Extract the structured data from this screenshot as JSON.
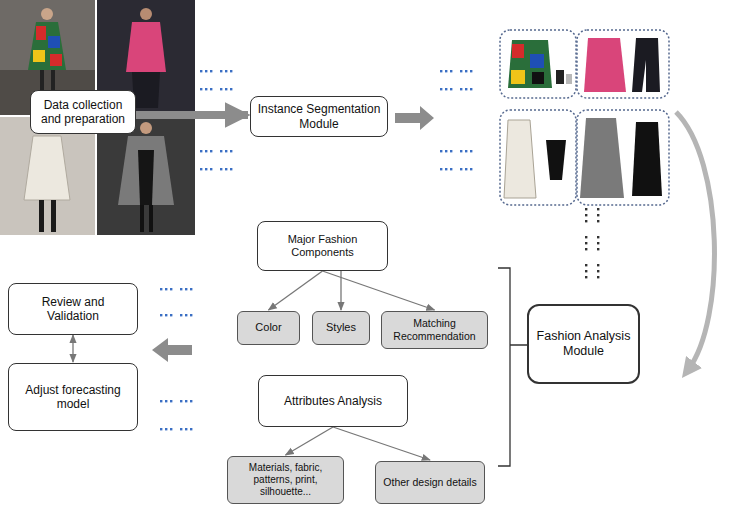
{
  "diagram": {
    "nodes": [
      {
        "text": [
          "Data collection and preparation"
        ]
      },
      {
        "text": [
          "Instance Segmentation Module"
        ]
      },
      {
        "text": [
          "Major Fashion Components"
        ]
      },
      {
        "text": [
          "Review and Validation"
        ]
      },
      {
        "text": [
          "Color"
        ]
      },
      {
        "text": [
          "Styles"
        ]
      },
      {
        "text": [
          "Matching Recommendation"
        ]
      },
      {
        "text": [
          "Fashion Analysis Module"
        ]
      },
      {
        "text": [
          "Adjust forecasting model"
        ]
      },
      {
        "text": [
          "Attributes Analysis"
        ]
      },
      {
        "text": [
          "Materials, fabric, patterns, print, silhouette..."
        ]
      },
      {
        "text": [
          "Other design details"
        ]
      }
    ],
    "edges": [
      {
        "from": 0,
        "to": 1,
        "arrow": "to"
      },
      {
        "from": 2,
        "to": 4,
        "arrow": "to"
      },
      {
        "from": 2,
        "to": 5,
        "arrow": "to"
      },
      {
        "from": 2,
        "to": 6,
        "arrow": "to"
      },
      {
        "from": 9,
        "to": 10,
        "arrow": "to"
      },
      {
        "from": 9,
        "to": 11,
        "arrow": "to"
      },
      {
        "from": 3,
        "to": 8,
        "arrow": "both"
      }
    ]
  }
}
